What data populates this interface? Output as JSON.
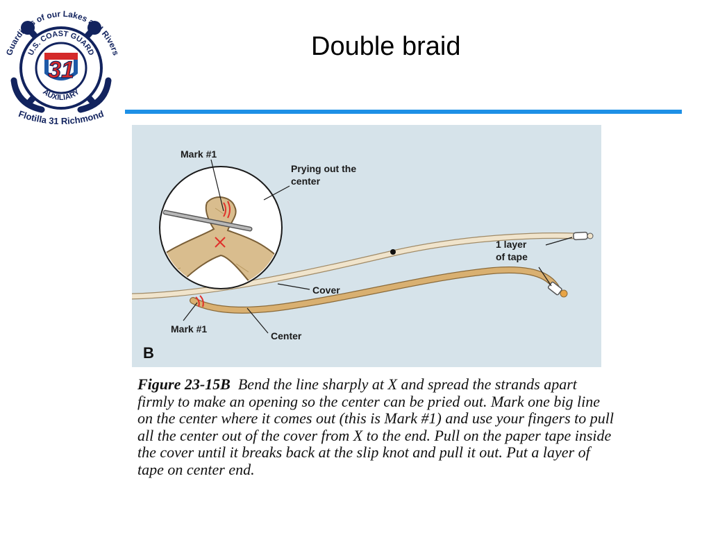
{
  "logo": {
    "arc_top": "Guardians of our Lakes and Rivers",
    "arc_bottom": "Flotilla 31 Richmond",
    "ring_top": "U.S. COAST GUARD",
    "ring_bottom": "AUXILIARY",
    "number": "31",
    "colors": {
      "navy": "#12235e",
      "red": "#d42a2a",
      "blue": "#1e5aa8"
    }
  },
  "slide": {
    "title": "Double braid"
  },
  "diagram": {
    "labels": {
      "mark_top": "Mark #1",
      "prying_line1": "Prying out the",
      "prying_line2": "center",
      "tape_line1": "1 layer",
      "tape_line2": "of tape",
      "cover": "Cover",
      "mark_bottom": "Mark #1",
      "center": "Center",
      "panel_letter": "B"
    },
    "colors": {
      "background": "#d6e3ea",
      "cover_rope": "#f0e4cc",
      "center_rope": "#d9b071",
      "mark": "#e0302a"
    }
  },
  "caption": {
    "figure": "Figure 23-15B",
    "text": "Bend the line sharply at X and spread the strands apart firmly to make an opening so the center can be pried out. Mark one big line on the center where it comes out (this is Mark #1) and use your fingers to pull all the center out of the cover from X to the end. Pull on the paper tape inside the cover until it breaks back at the slip knot and pull it out. Put a layer of tape on center end."
  }
}
